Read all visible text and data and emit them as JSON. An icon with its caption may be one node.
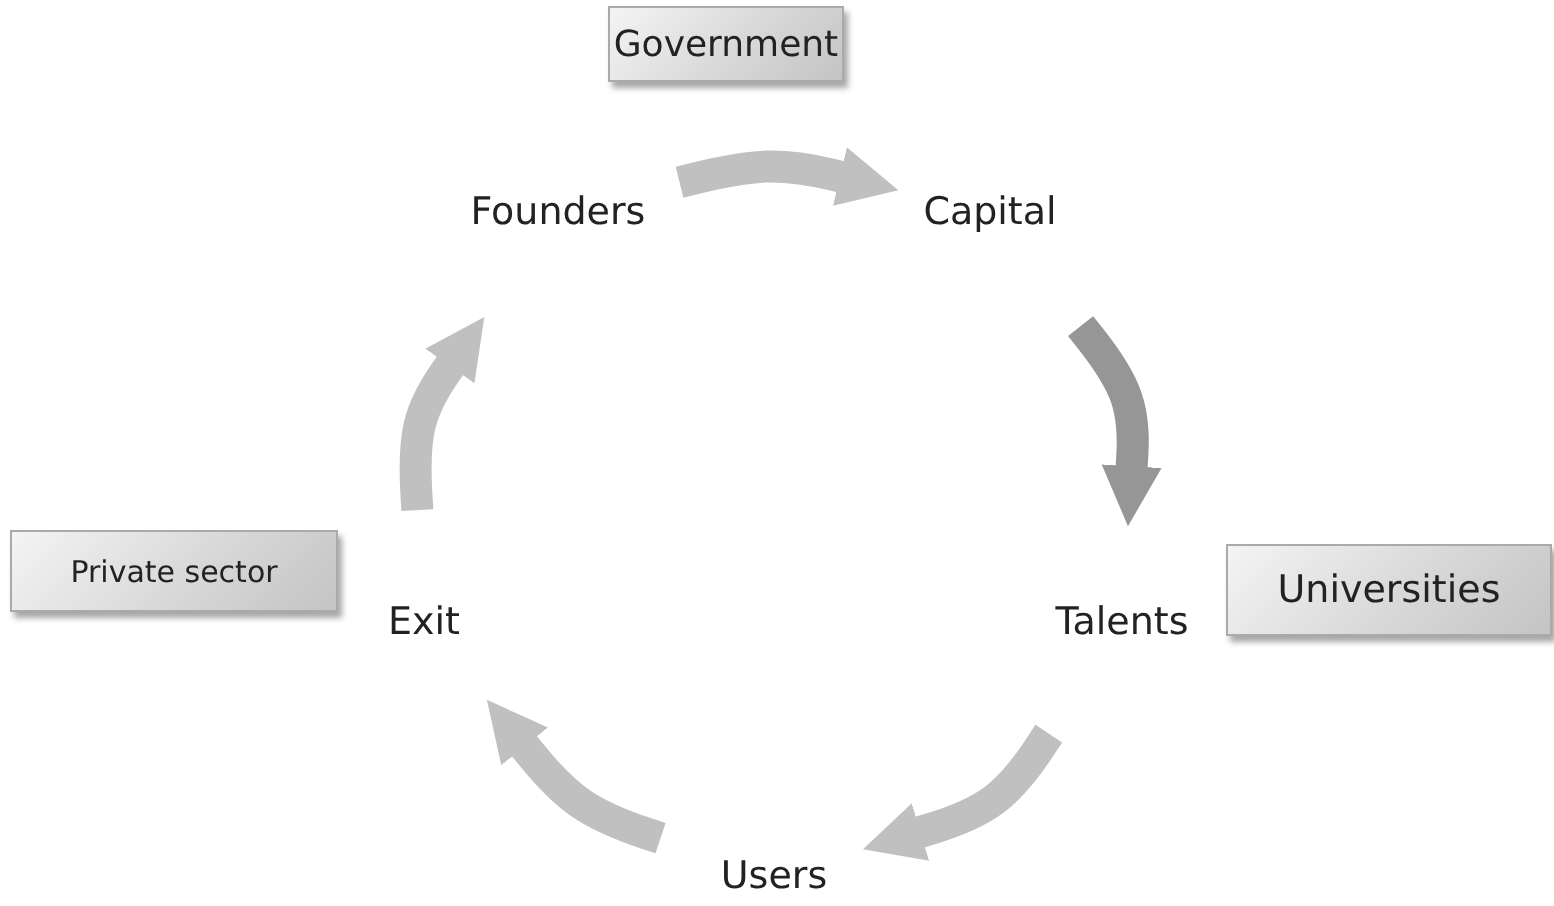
{
  "diagram": {
    "nodes": [
      {
        "text": [
          "Government"
        ]
      },
      {
        "text": [
          "Founders"
        ]
      },
      {
        "text": [
          "Capital"
        ]
      },
      {
        "text": [
          "Private sector"
        ]
      },
      {
        "text": [
          "Universities"
        ]
      },
      {
        "text": [
          "Exit"
        ]
      },
      {
        "text": [
          "Talents"
        ]
      },
      {
        "text": [
          "Users"
        ]
      }
    ],
    "edges": [
      {
        "from": 1,
        "to": 2,
        "arrow": "to"
      },
      {
        "from": 2,
        "to": 6,
        "arrow": "to",
        "color": "#969696"
      },
      {
        "from": 6,
        "to": 7,
        "arrow": "to"
      },
      {
        "from": 7,
        "to": 5,
        "arrow": "to"
      },
      {
        "from": 5,
        "to": 1,
        "arrow": "to"
      }
    ]
  }
}
